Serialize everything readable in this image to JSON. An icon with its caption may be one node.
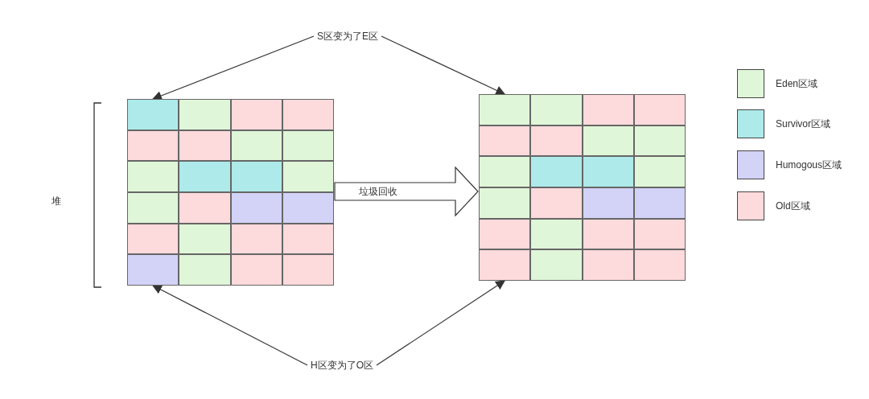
{
  "diagram": {
    "nodes": [
      {
        "text": [
          "S区变为了E区"
        ]
      },
      {
        "text": [],
        "shape": "box"
      },
      {
        "text": [],
        "shape": "box",
        "in": 1
      },
      {
        "text": [],
        "shape": "box",
        "in": 1
      },
      {
        "text": [],
        "shape": "box",
        "in": 1
      },
      {
        "text": [],
        "shape": "box",
        "in": 1
      },
      {
        "text": [],
        "shape": "box",
        "in": 1
      },
      {
        "text": [],
        "shape": "box",
        "in": 1
      },
      {
        "text": [],
        "shape": "box",
        "in": 1
      },
      {
        "text": [],
        "shape": "box",
        "in": 1
      },
      {
        "text": [],
        "shape": "box",
        "in": 1
      },
      {
        "text": [],
        "shape": "box",
        "in": 1
      },
      {
        "text": [],
        "shape": "box",
        "in": 1
      },
      {
        "text": [],
        "shape": "box",
        "in": 1
      },
      {
        "text": [],
        "shape": "box",
        "in": 1
      },
      {
        "text": [],
        "shape": "box",
        "in": 1
      },
      {
        "text": [],
        "shape": "box",
        "in": 1
      },
      {
        "text": [],
        "shape": "box",
        "in": 1
      },
      {
        "text": [],
        "shape": "box",
        "in": 1
      },
      {
        "text": [],
        "shape": "box",
        "in": 1
      },
      {
        "text": [],
        "shape": "box",
        "in": 1
      },
      {
        "text": [],
        "shape": "box",
        "in": 1
      },
      {
        "text": [],
        "shape": "box",
        "in": 1
      },
      {
        "text": [],
        "shape": "box",
        "in": 1
      },
      {
        "text": [],
        "shape": "box",
        "in": 1
      },
      {
        "text": [],
        "shape": "box",
        "in": 1
      },
      {
        "text": [],
        "shape": "box"
      },
      {
        "text": [],
        "shape": "box",
        "in": 26
      },
      {
        "text": [],
        "shape": "box",
        "in": 26
      },
      {
        "text": [],
        "shape": "box",
        "in": 26
      },
      {
        "text": [],
        "shape": "box",
        "in": 26
      },
      {
        "text": [],
        "shape": "box",
        "in": 26
      },
      {
        "text": [],
        "shape": "box",
        "in": 26
      },
      {
        "text": [],
        "shape": "box",
        "in": 26
      },
      {
        "text": [],
        "shape": "box",
        "in": 26
      },
      {
        "text": [],
        "shape": "box",
        "in": 26
      },
      {
        "text": [],
        "shape": "box",
        "in": 26
      },
      {
        "text": [],
        "shape": "box",
        "in": 26
      },
      {
        "text": [],
        "shape": "box",
        "in": 26
      },
      {
        "text": [],
        "shape": "box",
        "in": 26
      },
      {
        "text": [],
        "shape": "box",
        "in": 26
      },
      {
        "text": [],
        "shape": "box",
        "in": 26
      },
      {
        "text": [],
        "shape": "box",
        "in": 26
      },
      {
        "text": [],
        "shape": "box",
        "in": 26
      },
      {
        "text": [],
        "shape": "box",
        "in": 26
      },
      {
        "text": [],
        "shape": "box",
        "in": 26
      },
      {
        "text": [],
        "shape": "box",
        "in": 26
      },
      {
        "text": [],
        "shape": "box",
        "in": 26
      },
      {
        "text": [],
        "shape": "box",
        "in": 26
      },
      {
        "text": [],
        "shape": "box",
        "in": 26
      },
      {
        "text": [],
        "shape": "box",
        "in": 26
      },
      {
        "text": [
          "H区变为了O区"
        ]
      }
    ],
    "edges": [
      {
        "from": 0,
        "to": 2,
        "arrow": "to"
      },
      {
        "from": 0,
        "to": 27,
        "arrow": "to"
      },
      {
        "from": 1,
        "to": 26,
        "arrow": "to",
        "label": "垃圾回收"
      },
      {
        "from": 51,
        "to": 22,
        "arrow": "to"
      },
      {
        "from": 51,
        "to": 47,
        "arrow": "to"
      }
    ],
    "labels": [
      "堆"
    ],
    "legend": [
      {
        "text": "Eden区域",
        "color": "#e0f6d8"
      },
      {
        "text": "Survivor区域",
        "color": "#aeeaea"
      },
      {
        "text": "Humogous区域",
        "color": "#d3d3f8"
      },
      {
        "text": "Old区域",
        "color": "#fddadc"
      }
    ]
  }
}
